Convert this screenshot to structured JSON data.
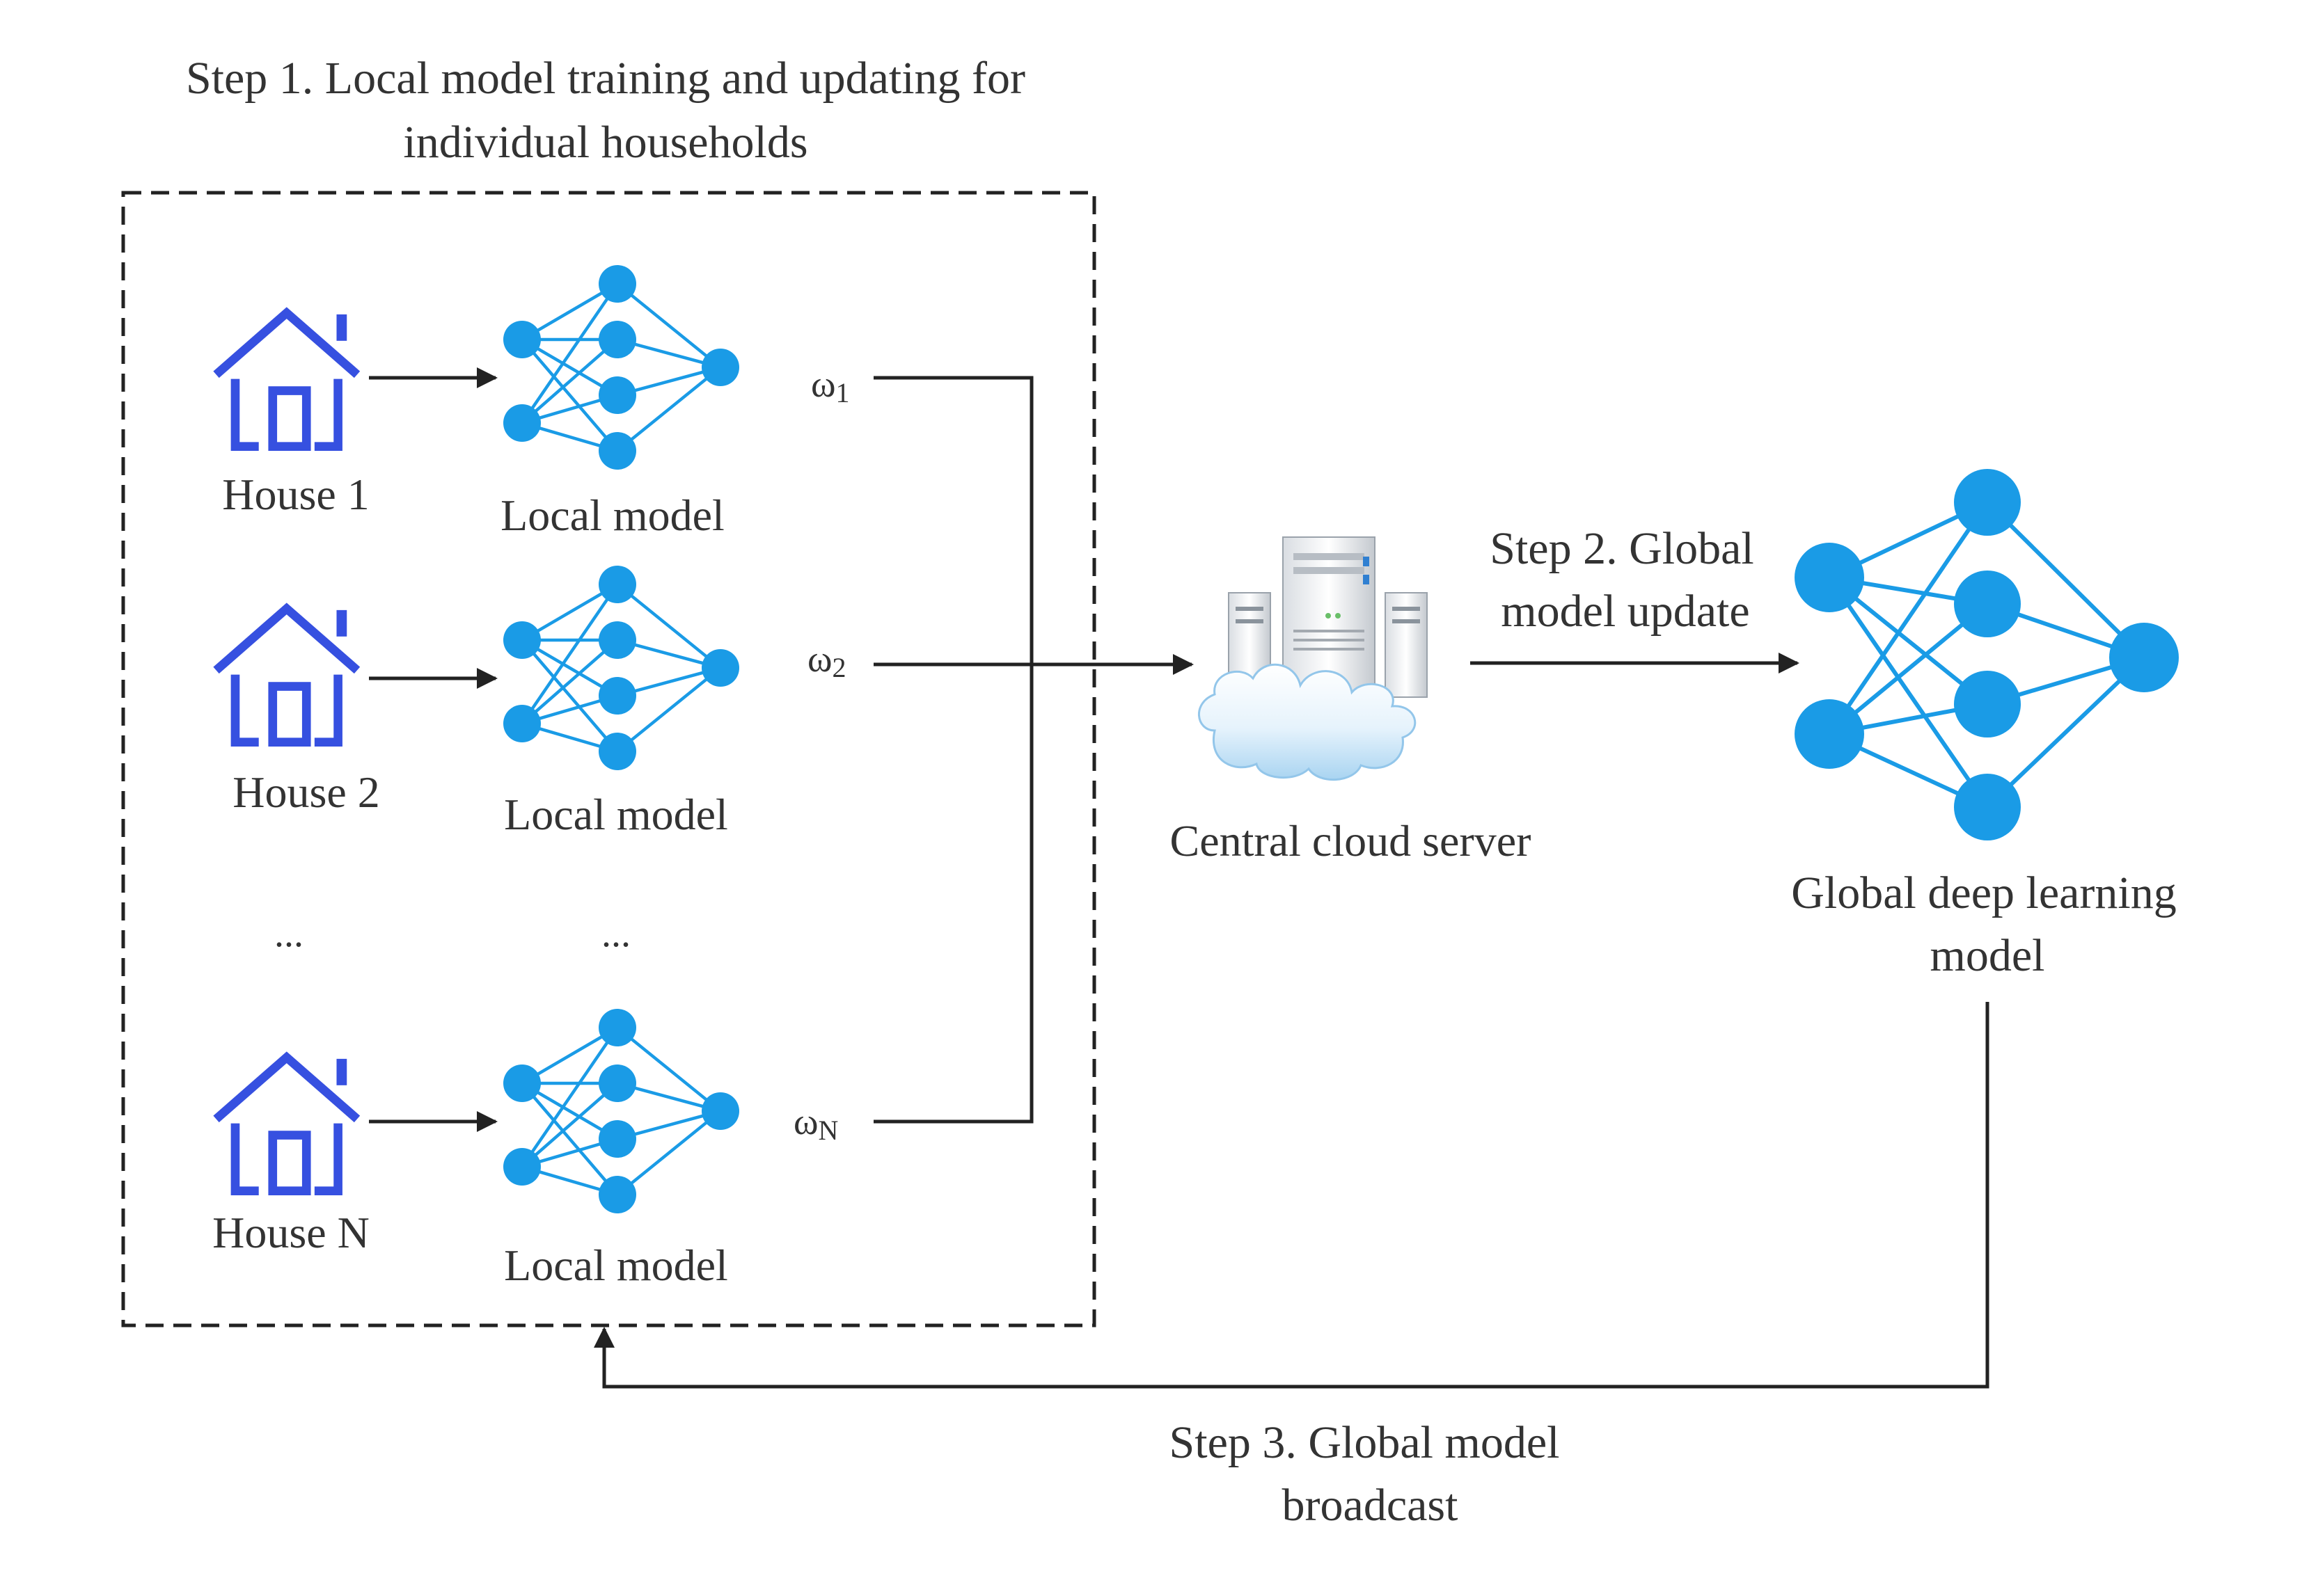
{
  "step1": {
    "title_line1": "Step 1. Local model training and updating for",
    "title_line2": "individual households"
  },
  "houses": [
    {
      "label": "House 1",
      "model_label": "Local model",
      "weight_symbol": "ω",
      "weight_sub": "1"
    },
    {
      "label": "House 2",
      "model_label": "Local model",
      "weight_symbol": "ω",
      "weight_sub": "2"
    },
    {
      "label": "House N",
      "model_label": "Local model",
      "weight_symbol": "ω",
      "weight_sub": "N"
    }
  ],
  "ellipsis": {
    "house": "...",
    "model": "..."
  },
  "server": {
    "label": "Central cloud server"
  },
  "step2": {
    "line1": "Step 2. Global",
    "line2": "model update"
  },
  "global_model": {
    "line1": "Global deep learning",
    "line2": "model"
  },
  "step3": {
    "line1": "Step 3. Global model",
    "line2": "broadcast"
  },
  "colors": {
    "network": "#1a9be6",
    "house": "#3650e0",
    "edge": "#222222",
    "text": "#333333"
  },
  "icons": [
    "house-icon",
    "neural-network-icon",
    "cloud-server-icon"
  ]
}
